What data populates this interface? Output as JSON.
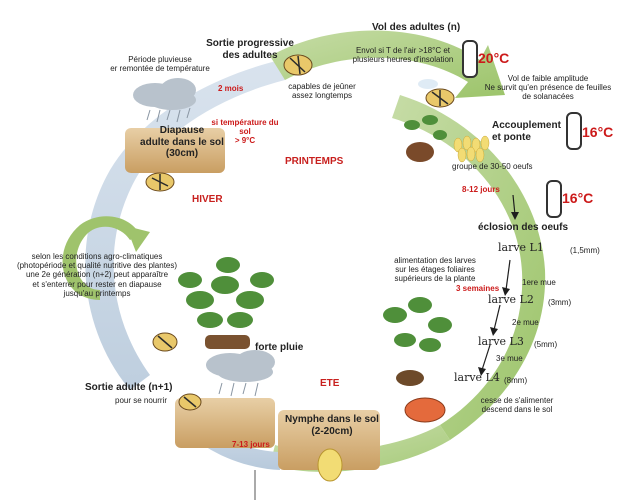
{
  "labels": {
    "vol_title": "Vol des adultes (n)",
    "envol": "Envol si T de l'air >18°C et\nplusieurs heures d'insolation",
    "temp_20": "20°C",
    "vol_faible": "Vol de faible amplitude\nNe survit qu'en présence de feuilles\nde solanacées",
    "sortie_prog": "Sortie  progressive\ndes adultes",
    "jeuner": "capables de jeûner\nassez longtemps",
    "periode_pluv": "Période pluvieuse\ner remontée de température",
    "deux_mois": "2 mois",
    "si_temp": "si température du sol\n> 9°C",
    "diapause": "Diapause\nadulte dans le sol\n(30cm)",
    "printemps": "PRINTEMPS",
    "accouplement": "Accouplement\net ponte",
    "temp_16a": "16°C",
    "groupe": "groupe de 30-50 oeufs",
    "huit_douze": "8-12 jours",
    "temp_16b": "16°C",
    "eclosion": "éclosion des oeufs",
    "hiver": "HIVER",
    "larve_l1": "larve  L1",
    "l1_size": "(1,5mm)",
    "mue1": "1ere mue",
    "larve_l2": "larve  L2",
    "l2_size": "(3mm)",
    "mue2": "2e mue",
    "larve_l3": "larve  L3",
    "l3_size": "(5mm)",
    "mue3": "3e mue",
    "larve_l4": "larve  L4",
    "l4_size": "(8mm)",
    "selon": "selon les conditions agro-climatiques\n(photopériode et qualité nutritive des plantes)\nune 2e génération (n+2) peut apparaître\net s'enterrer pour rester en diapause\njusqu'au  printemps",
    "alimentation": "alimentation des larves\nsur les étages foliaires\nsupérieurs de la plante",
    "trois_semaines": "3 semaines",
    "forte_pluie": "forte pluie",
    "ete": "ETE",
    "sortie_adulte": "Sortie adulte (n+1)",
    "pour_se_nourrir": "pour se nourrir",
    "cesse": "cesse de s'alimenter\ndescend dans le sol",
    "nymphe": "Nymphe dans le sol\n(2-20cm)",
    "sept_treize": "7-13 jours"
  },
  "colors": {
    "arrow_green": "#a9cc7c",
    "arrow_blue": "#c3d3e3",
    "soil": "#d9b98a",
    "red": "#cc1a1a"
  }
}
